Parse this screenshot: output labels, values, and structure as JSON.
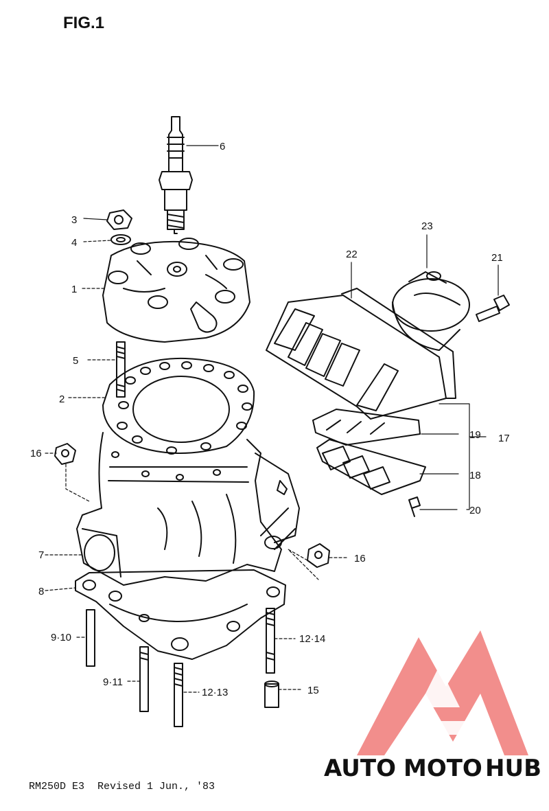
{
  "figure": {
    "title": "FIG.1"
  },
  "footer": {
    "model": "RM250D E3",
    "revision": "Revised 1 Jun., '83"
  },
  "parts": [
    {
      "ref": "1"
    },
    {
      "ref": "2"
    },
    {
      "ref": "3"
    },
    {
      "ref": "4"
    },
    {
      "ref": "5"
    },
    {
      "ref": "6"
    },
    {
      "ref": "7"
    },
    {
      "ref": "8"
    },
    {
      "ref": "9·10"
    },
    {
      "ref": "9·11"
    },
    {
      "ref": "12·13"
    },
    {
      "ref": "12·14"
    },
    {
      "ref": "15"
    },
    {
      "ref": "16"
    },
    {
      "ref": "16"
    },
    {
      "ref": "17"
    },
    {
      "ref": "18"
    },
    {
      "ref": "19"
    },
    {
      "ref": "20"
    },
    {
      "ref": "21"
    },
    {
      "ref": "22"
    },
    {
      "ref": "23"
    }
  ],
  "watermark": {
    "word_1": "AUTO",
    "word_2": "MOTO",
    "word_3": "HUB",
    "colors": {
      "auto": "#f5c99a",
      "moto": "#f29a96",
      "hub": "#8c8c8c",
      "logo": "#f07a78"
    }
  }
}
